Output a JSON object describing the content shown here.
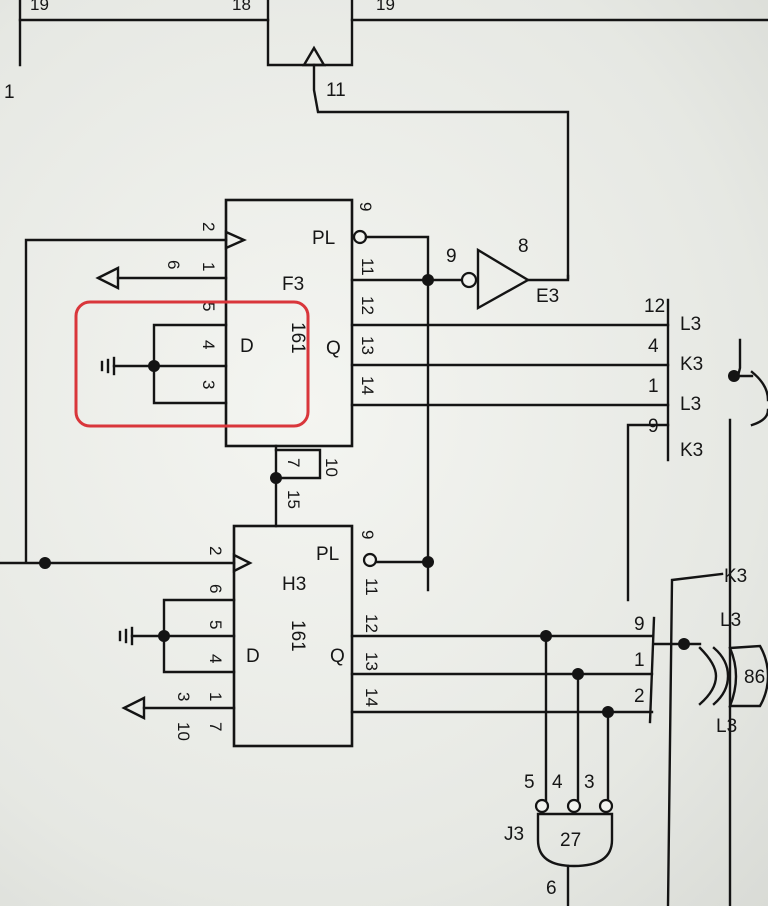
{
  "top": {
    "pin_left": "19",
    "pin_mid": "18",
    "pin_right": "19",
    "pin_far_left": "1",
    "clock_pin": "11"
  },
  "f3": {
    "name": "F3",
    "part": "161",
    "pl_label": "PL",
    "d_label": "D",
    "q_label": "Q",
    "pins": {
      "clk": "2",
      "p1": "1",
      "p6": "6",
      "p5": "5",
      "p4": "4",
      "p3": "3",
      "pl": "9",
      "q11": "11",
      "q12": "12",
      "q13": "13",
      "q14": "14",
      "b7": "7",
      "b10": "10",
      "b15": "15"
    }
  },
  "e3": {
    "name": "E3",
    "in_pin": "9",
    "out_pin": "8"
  },
  "h3": {
    "name": "H3",
    "part": "161",
    "pl_label": "PL",
    "d_label": "D",
    "q_label": "Q",
    "pins": {
      "clk": "2",
      "p6": "6",
      "p5": "5",
      "p4": "4",
      "p3": "3",
      "p1": "1",
      "p10": "10",
      "p7": "7",
      "pl": "9",
      "q11": "11",
      "q12": "12",
      "q13": "13",
      "q14": "14"
    }
  },
  "right_upper": {
    "pins": [
      "12",
      "4",
      "1",
      "9"
    ],
    "labels": [
      "L3",
      "K3",
      "L3",
      "K3"
    ]
  },
  "right_lower": {
    "pins": [
      "9",
      "1",
      "2"
    ],
    "k3": "K3",
    "l3_top": "L3",
    "l3_bottom": "L3",
    "gate_num": "86"
  },
  "j3": {
    "name": "J3",
    "part": "27",
    "in_pins": [
      "5",
      "4",
      "3"
    ],
    "out_pin": "6"
  }
}
